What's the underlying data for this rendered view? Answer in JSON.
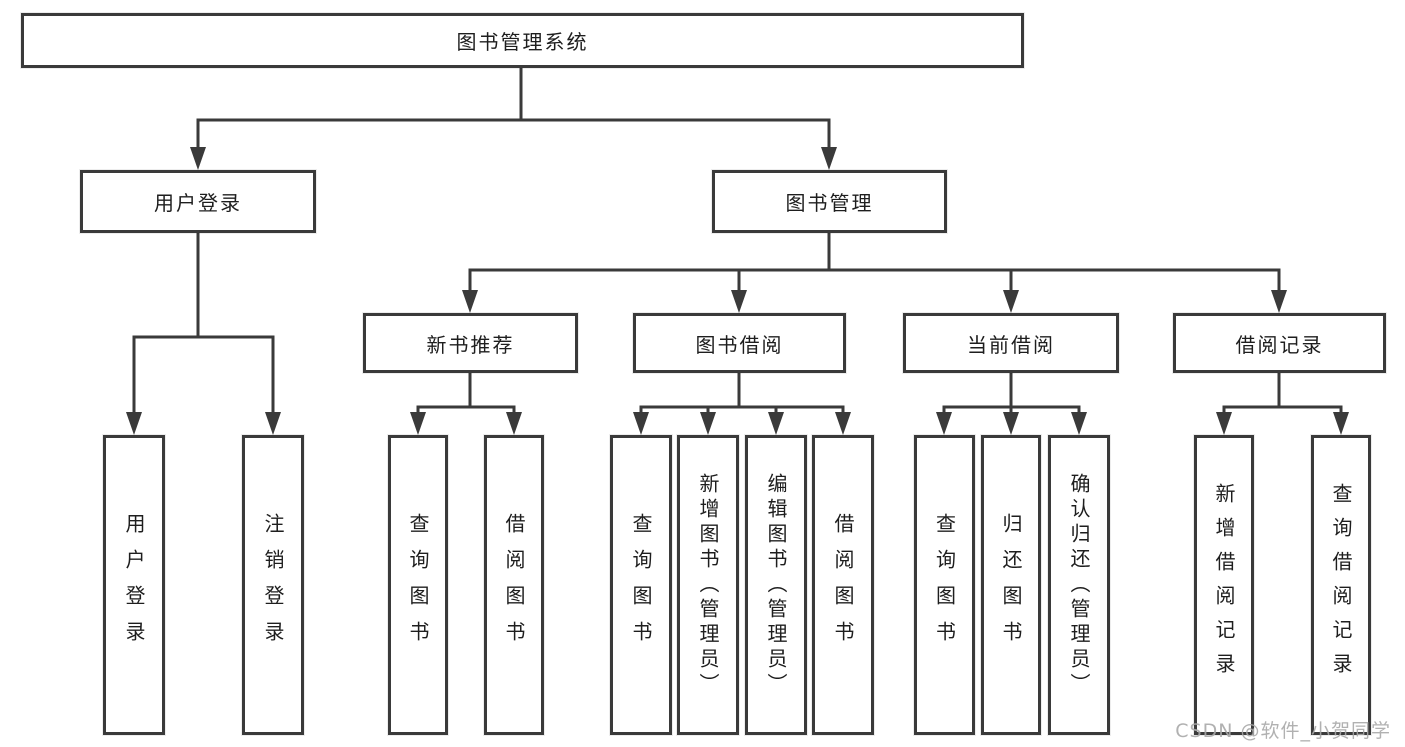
{
  "diagram": {
    "tree": {
      "root": {
        "label": "图书管理系统"
      },
      "user_login": {
        "label": "用户登录",
        "children": {
          "login": {
            "label": "用户登录"
          },
          "logout": {
            "label": "注销登录"
          }
        }
      },
      "book_management": {
        "label": "图书管理",
        "children": {
          "new_books": {
            "label": "新书推荐",
            "children": {
              "query_books": {
                "label": "查询图书"
              },
              "borrow_books": {
                "label": "借阅图书"
              }
            }
          },
          "book_borrowing": {
            "label": "图书借阅",
            "children": {
              "query_books": {
                "label": "查询图书"
              },
              "add_books": {
                "label": "新增图书（管理员）"
              },
              "edit_books": {
                "label": "编辑图书（管理员）"
              },
              "borrow_books": {
                "label": "借阅图书"
              }
            }
          },
          "current_borrowing": {
            "label": "当前借阅",
            "children": {
              "query_books": {
                "label": "查询图书"
              },
              "return_books": {
                "label": "归还图书"
              },
              "confirm_return": {
                "label": "确认归还（管理员）"
              }
            }
          },
          "borrowing_records": {
            "label": "借阅记录",
            "children": {
              "add_record": {
                "label": "新增借阅记录"
              },
              "query_record": {
                "label": "查询借阅记录"
              }
            }
          }
        }
      }
    },
    "colors": {
      "line": "#3a3a3a",
      "text": "#1e1e1e",
      "background": "#ffffff",
      "watermark": "#a8a8a8"
    }
  },
  "watermark": {
    "text": "CSDN @软件_小贺同学"
  }
}
